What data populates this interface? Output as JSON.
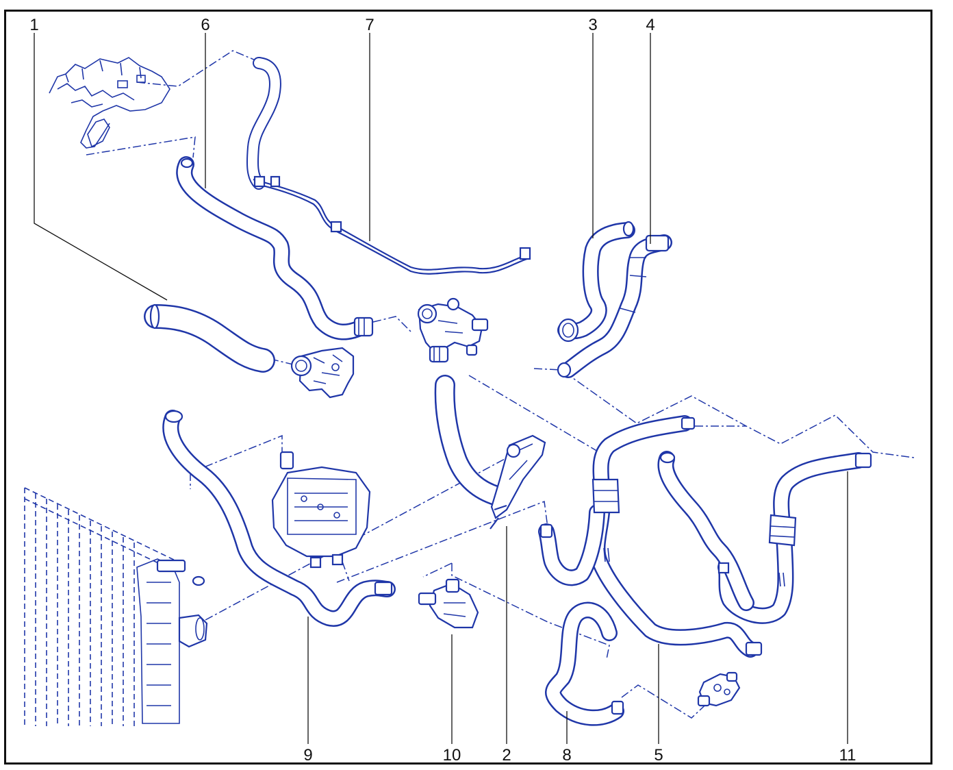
{
  "callouts": {
    "c1": "1",
    "c2": "2",
    "c3": "3",
    "c4": "4",
    "c5": "5",
    "c6": "6",
    "c7": "7",
    "c8": "8",
    "c9": "9",
    "c10": "10",
    "c11": "11"
  },
  "colors": {
    "line_art": "#1f36a8",
    "callout_text": "#111111",
    "frame": "#111111",
    "background": "#ffffff"
  }
}
